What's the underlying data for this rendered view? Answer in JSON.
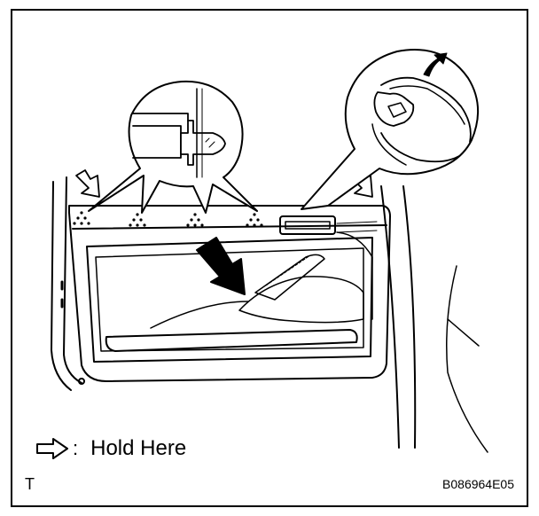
{
  "legend": {
    "icon": "hollow-arrow-icon",
    "separator": ":",
    "text": "Hold Here"
  },
  "corner_mark": "T",
  "figure_id": "B086964E05"
}
